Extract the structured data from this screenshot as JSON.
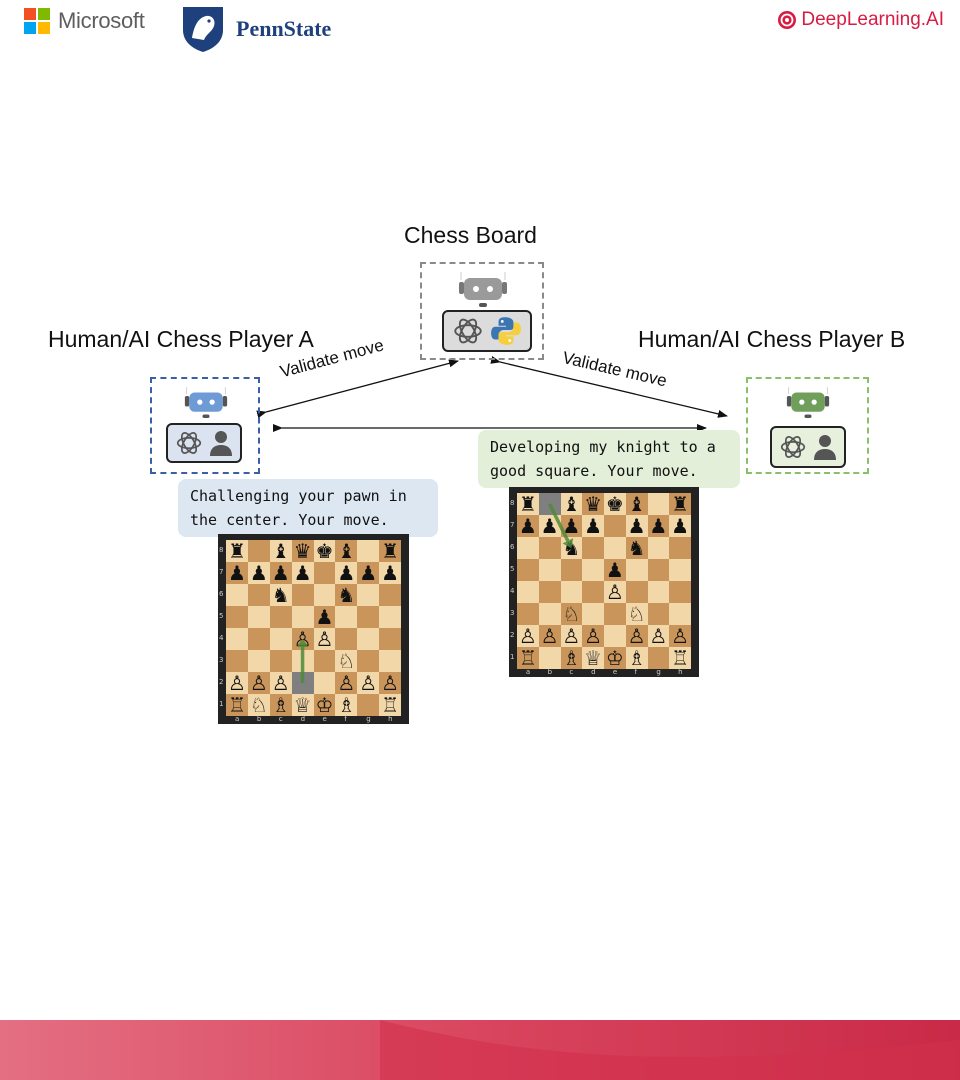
{
  "header": {
    "microsoft": "Microsoft",
    "pennstate": "PennState",
    "deeplearning": "DeepLearning.AI"
  },
  "diagram": {
    "chess_board_title": "Chess Board",
    "player_a_title": "Human/AI Chess Player A",
    "player_b_title": "Human/AI Chess Player B",
    "validate_move_left": "Validate move",
    "validate_move_right": "Validate move",
    "bubble_a_line1": "Challenging your pawn in",
    "bubble_a_line2": "the center. Your move.",
    "bubble_b_line1": "Developing my knight to a",
    "bubble_b_line2": "good square. Your move."
  },
  "icons": {
    "robot": "robot-icon",
    "openai": "openai-icon",
    "person": "person-icon",
    "python": "python-icon"
  },
  "colors": {
    "player_a_border": "#3a5fa8",
    "player_a_fill": "#dbe3f1",
    "player_a_robot": "#6e9ad6",
    "player_b_border": "#8bbf6a",
    "player_b_fill": "#e6f0dd",
    "player_b_robot": "#6f9f5a",
    "board_robot": "#9a9a9a",
    "bubble_a": "#dde7f2",
    "bubble_b": "#e3efd9",
    "light_square": "#f2d7a8",
    "dark_square": "#c9955a",
    "footer": "#d33a55"
  },
  "board_a": {
    "files": [
      "a",
      "b",
      "c",
      "d",
      "e",
      "f",
      "g",
      "h"
    ],
    "ranks": [
      "8",
      "7",
      "6",
      "5",
      "4",
      "3",
      "2",
      "1"
    ],
    "rows": [
      [
        "r",
        "",
        "b",
        "q",
        "k",
        "b",
        "",
        "r"
      ],
      [
        "p",
        "p",
        "p",
        "p",
        "",
        "p",
        "p",
        "p"
      ],
      [
        "",
        "",
        "n",
        "",
        "",
        "n",
        "",
        ""
      ],
      [
        "",
        "",
        "",
        "",
        "p",
        "",
        "",
        ""
      ],
      [
        "",
        "",
        "",
        "P",
        "P",
        "",
        "",
        ""
      ],
      [
        "",
        "",
        "",
        "",
        "",
        "N",
        "",
        ""
      ],
      [
        "P",
        "P",
        "P",
        "",
        "",
        "P",
        "P",
        "P"
      ],
      [
        "R",
        "N",
        "B",
        "Q",
        "K",
        "B",
        "",
        "R"
      ]
    ],
    "highlight": [
      "d2"
    ],
    "move": {
      "from": "d2",
      "to": "d4"
    }
  },
  "board_b": {
    "files": [
      "a",
      "b",
      "c",
      "d",
      "e",
      "f",
      "g",
      "h"
    ],
    "ranks": [
      "8",
      "7",
      "6",
      "5",
      "4",
      "3",
      "2",
      "1"
    ],
    "rows": [
      [
        "r",
        "",
        "b",
        "q",
        "k",
        "b",
        "",
        "r"
      ],
      [
        "p",
        "p",
        "p",
        "p",
        "",
        "p",
        "p",
        "p"
      ],
      [
        "",
        "",
        "n",
        "",
        "",
        "n",
        "",
        ""
      ],
      [
        "",
        "",
        "",
        "",
        "p",
        "",
        "",
        ""
      ],
      [
        "",
        "",
        "",
        "",
        "P",
        "",
        "",
        ""
      ],
      [
        "",
        "",
        "N",
        "",
        "",
        "N",
        "",
        ""
      ],
      [
        "P",
        "P",
        "P",
        "P",
        "",
        "P",
        "P",
        "P"
      ],
      [
        "R",
        "",
        "B",
        "Q",
        "K",
        "B",
        "",
        "R"
      ]
    ],
    "highlight": [
      "b8"
    ],
    "move": {
      "from": "b8",
      "to": "c6"
    }
  }
}
